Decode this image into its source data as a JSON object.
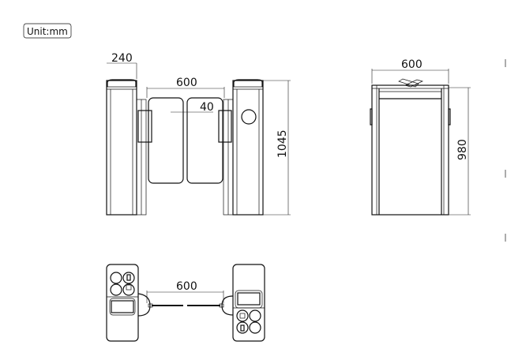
{
  "unit_label": "Unit:mm",
  "front_view": {
    "pillar_width": "240",
    "passage_width": "600",
    "wing_gap": "40",
    "height": "1045"
  },
  "side_view": {
    "width": "600",
    "height": "980"
  },
  "top_view": {
    "passage_width": "600"
  }
}
